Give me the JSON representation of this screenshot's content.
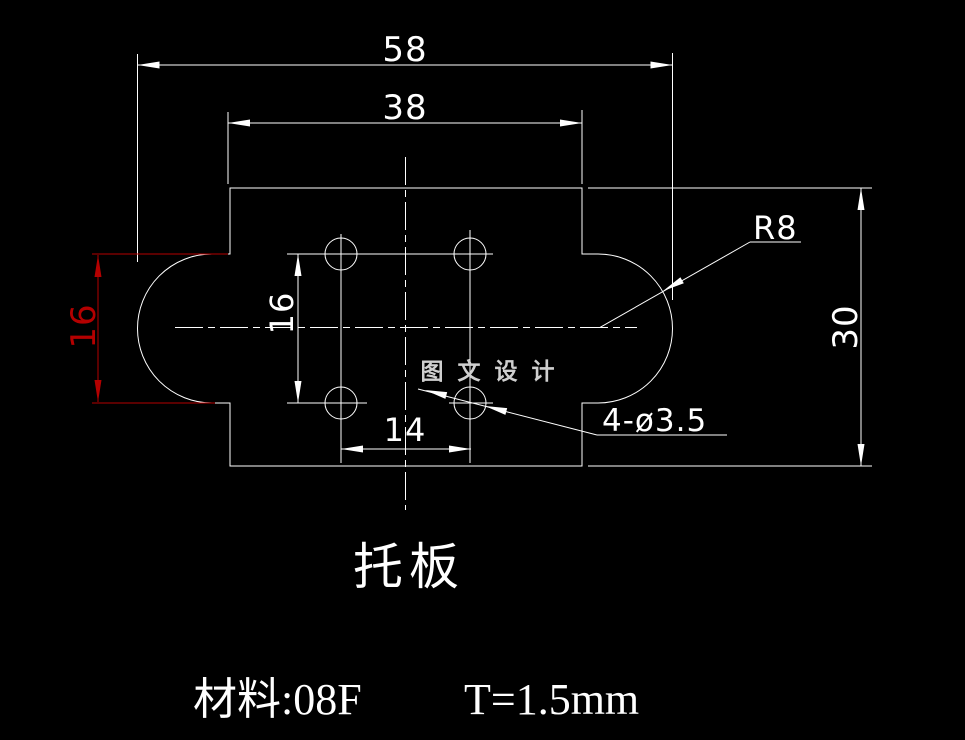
{
  "drawing": {
    "title": "托板",
    "material": "材料:08F",
    "thickness": "T=1.5mm",
    "watermark": "图 文 设 计"
  },
  "dims": {
    "overall_width": "58",
    "tab_width": "38",
    "slot_height": "16",
    "tab_height": "30",
    "hole_row_spacing": "16",
    "hole_col_spacing": "14",
    "end_radius": "R8",
    "holes_note": "4-ø3.5"
  },
  "colors": {
    "background": "#000000",
    "line": "#ffffff",
    "dimension_red": "#b40000",
    "watermark": "#cfcfcf"
  }
}
